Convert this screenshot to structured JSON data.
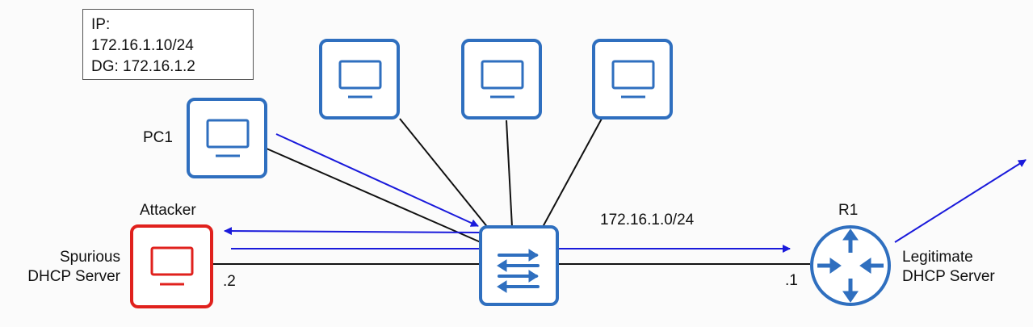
{
  "ip_info": {
    "line1": "IP:",
    "line2": "172.16.1.10/24",
    "line3": "DG: 172.16.1.2"
  },
  "labels": {
    "pc1": "PC1",
    "attacker": "Attacker",
    "attacker_role_1": "Spurious",
    "attacker_role_2": "DHCP Server",
    "attacker_ip": ".2",
    "network": "172.16.1.0/24",
    "router": "R1",
    "router_role_1": "Legitimate",
    "router_role_2": "DHCP Server",
    "router_ip": ".1"
  },
  "colors": {
    "device_blue": "#2f6fbf",
    "attacker_red": "#e0211d",
    "arrow_blue": "#1a1adb",
    "link_black": "#111111"
  }
}
